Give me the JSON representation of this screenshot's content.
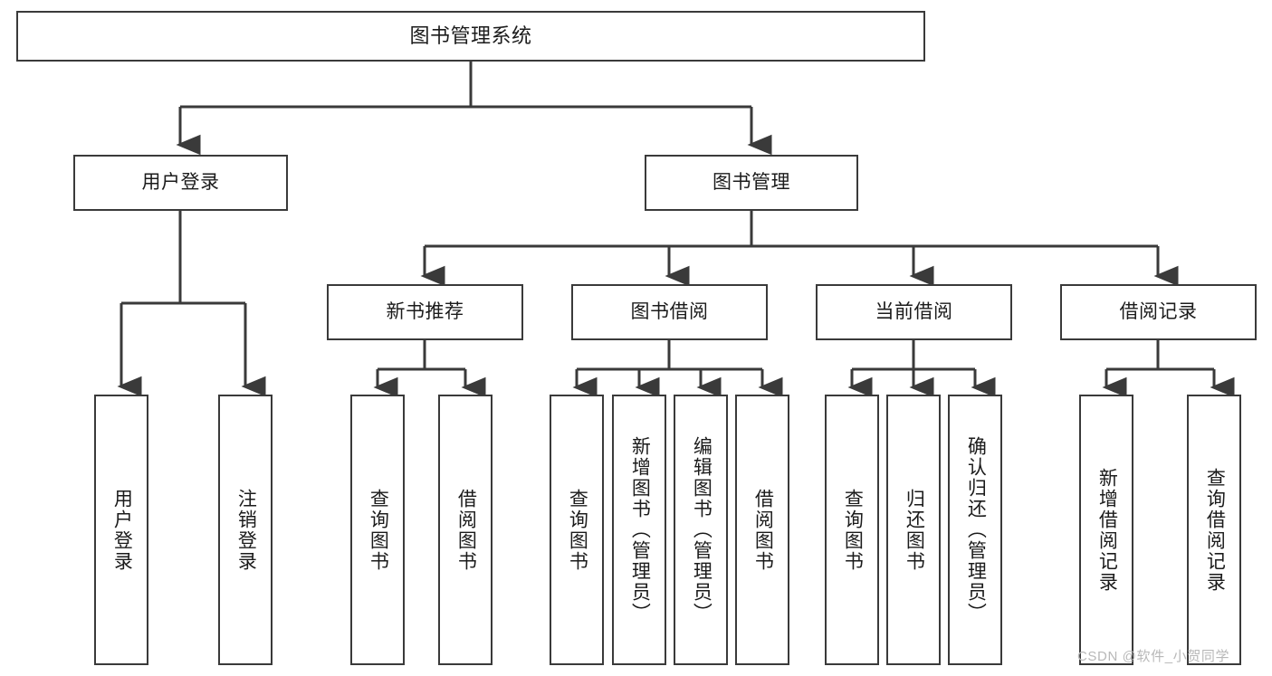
{
  "diagram": {
    "title": "图书管理系统",
    "watermark": "CSDN @软件_小贺同学",
    "accent_color": "#3a3a3a",
    "background_color": "#ffffff",
    "nodes": {
      "root": {
        "label": "图书管理系统"
      },
      "user_login": {
        "label": "用户登录"
      },
      "book_manage": {
        "label": "图书管理"
      },
      "new_book_rec": {
        "label": "新书推荐"
      },
      "book_borrow": {
        "label": "图书借阅"
      },
      "current_borrow": {
        "label": "当前借阅"
      },
      "borrow_record": {
        "label": "借阅记录"
      },
      "leaf_user_login": {
        "label": "用户登录"
      },
      "leaf_logout": {
        "label": "注销登录"
      },
      "leaf_query_book_1": {
        "label": "查询图书"
      },
      "leaf_borrow_book_1": {
        "label": "借阅图书"
      },
      "leaf_query_book_2": {
        "label": "查询图书"
      },
      "leaf_add_book": {
        "label": "新增图书（管理员）"
      },
      "leaf_edit_book": {
        "label": "编辑图书（管理员）"
      },
      "leaf_borrow_book_2": {
        "label": "借阅图书"
      },
      "leaf_query_book_3": {
        "label": "查询图书"
      },
      "leaf_return_book": {
        "label": "归还图书"
      },
      "leaf_confirm_return": {
        "label": "确认归还（管理员）"
      },
      "leaf_add_record": {
        "label": "新增借阅记录"
      },
      "leaf_query_record": {
        "label": "查询借阅记录"
      }
    },
    "tree": {
      "label": "图书管理系统",
      "children": [
        {
          "label": "用户登录",
          "children": [
            {
              "label": "用户登录"
            },
            {
              "label": "注销登录"
            }
          ]
        },
        {
          "label": "图书管理",
          "children": [
            {
              "label": "新书推荐",
              "children": [
                {
                  "label": "查询图书"
                },
                {
                  "label": "借阅图书"
                }
              ]
            },
            {
              "label": "图书借阅",
              "children": [
                {
                  "label": "查询图书"
                },
                {
                  "label": "新增图书（管理员）"
                },
                {
                  "label": "编辑图书（管理员）"
                },
                {
                  "label": "借阅图书"
                }
              ]
            },
            {
              "label": "当前借阅",
              "children": [
                {
                  "label": "查询图书"
                },
                {
                  "label": "归还图书"
                },
                {
                  "label": "确认归还（管理员）"
                }
              ]
            },
            {
              "label": "借阅记录",
              "children": [
                {
                  "label": "新增借阅记录"
                },
                {
                  "label": "查询借阅记录"
                }
              ]
            }
          ]
        }
      ]
    }
  }
}
